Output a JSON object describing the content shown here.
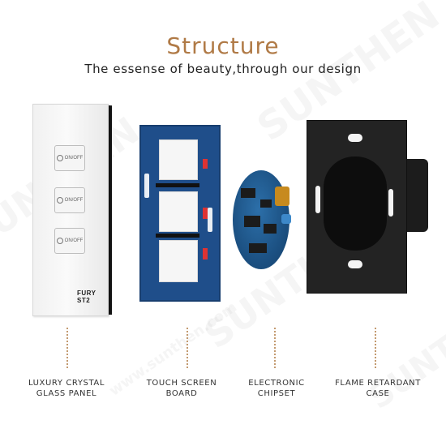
{
  "header": {
    "title": "Structure",
    "subtitle": "The essense of beauty,through our design"
  },
  "watermark": {
    "brand": "SUNTHEN",
    "url": "www.sunthen.com"
  },
  "glass_panel": {
    "buttons": [
      {
        "label": "ON/OFF"
      },
      {
        "label": "ON/OFF"
      },
      {
        "label": "ON/OFF"
      }
    ],
    "brand_text": "FURY ST2"
  },
  "components": [
    {
      "line1": "LUXURY CRYSTAL",
      "line2": "GLASS PANEL"
    },
    {
      "line1": "TOUCH SCREEN",
      "line2": "BOARD"
    },
    {
      "line1": "ELECTRONIC",
      "line2": "CHIPSET"
    },
    {
      "line1": "FLAME RETARDANT",
      "line2": "CASE"
    }
  ],
  "colors": {
    "title": "#b07a46",
    "connector": "#c39a70",
    "board": "#1f4e8a",
    "case": "#232323"
  }
}
